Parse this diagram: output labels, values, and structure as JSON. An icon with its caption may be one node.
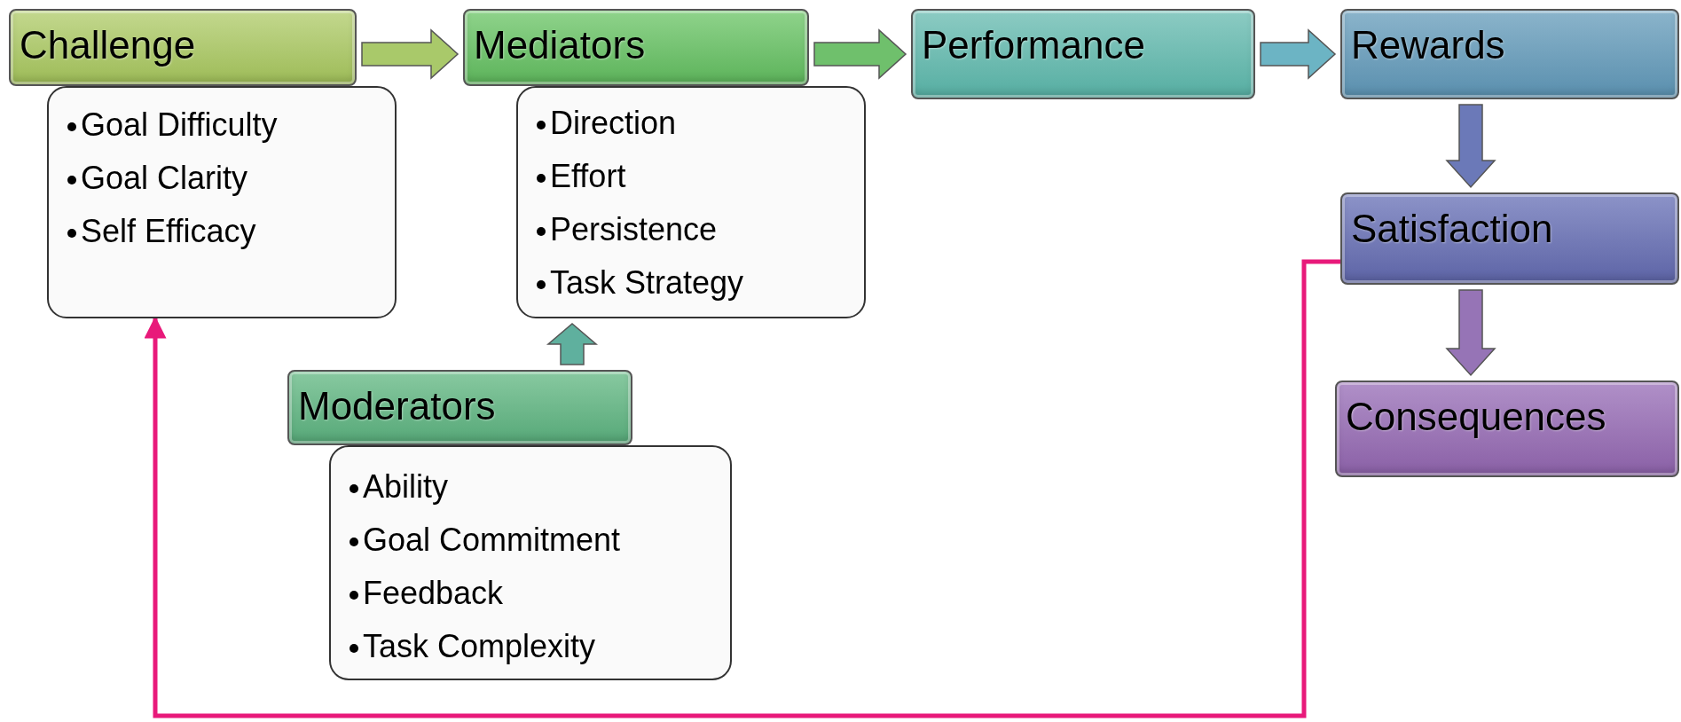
{
  "diagram": {
    "nodes": [
      {
        "text": [
          "Challenge"
        ]
      },
      {
        "text": [
          "Goal Difficulty",
          "Goal Clarity",
          "Self Efficacy"
        ]
      },
      {
        "text": [
          "Mediators"
        ]
      },
      {
        "text": [
          "Direction",
          "Effort",
          "Persistence",
          "Task Strategy"
        ]
      },
      {
        "text": [
          "Performance"
        ]
      },
      {
        "text": [
          "Rewards"
        ]
      },
      {
        "text": [
          "Satisfaction"
        ]
      },
      {
        "text": [
          "Consequences"
        ]
      },
      {
        "text": [
          "Moderators"
        ]
      },
      {
        "text": [
          "Ability",
          "Goal Commitment",
          "Feedback",
          "Task Complexity"
        ]
      }
    ],
    "edges": [
      {
        "from": 0,
        "to": 2,
        "arrow": "to",
        "style": "thick",
        "color": "#a9c96a"
      },
      {
        "from": 2,
        "to": 4,
        "arrow": "to",
        "style": "thick",
        "color": "#6fc06c"
      },
      {
        "from": 4,
        "to": 5,
        "arrow": "to",
        "style": "thick",
        "color": "#6cb4c4"
      },
      {
        "from": 5,
        "to": 6,
        "arrow": "to",
        "style": "thick",
        "color": "#6b79b8"
      },
      {
        "from": 6,
        "to": 7,
        "arrow": "to",
        "style": "thick",
        "color": "#9674b6"
      },
      {
        "from": 8,
        "to": 3,
        "arrow": "to",
        "style": "thick",
        "color": "#5fb09e"
      },
      {
        "from": 6,
        "to": 1,
        "arrow": "to",
        "color": "#e8197a"
      }
    ]
  }
}
